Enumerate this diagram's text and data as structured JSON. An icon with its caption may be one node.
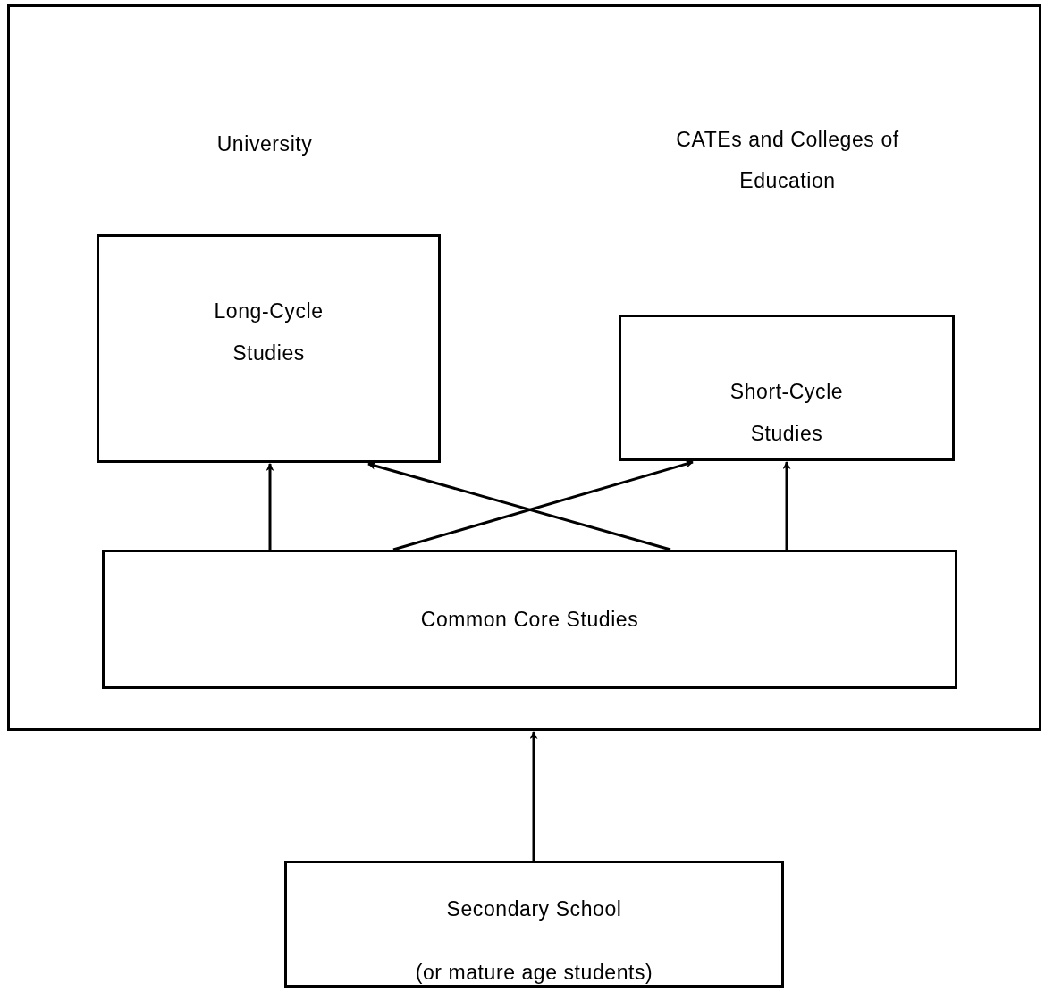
{
  "diagram": {
    "nodes": [
      {
        "text": [
          "University",
          "CATEs and Colleges of Education"
        ]
      },
      {
        "text": [
          "Long-Cycle Studies"
        ],
        "in": 0
      },
      {
        "text": [
          "Short-Cycle Studies"
        ],
        "in": 0
      },
      {
        "text": [
          "Common Core Studies"
        ],
        "in": 0
      },
      {
        "text": [
          "Secondary School",
          "(or mature age students)"
        ]
      }
    ],
    "edges": [
      {
        "from": 3,
        "to": 1,
        "arrow": "to"
      },
      {
        "from": 3,
        "to": 1,
        "arrow": "to"
      },
      {
        "from": 3,
        "to": 2,
        "arrow": "to"
      },
      {
        "from": 3,
        "to": 2,
        "arrow": "to"
      },
      {
        "from": 4,
        "to": 0,
        "arrow": "to"
      }
    ]
  }
}
